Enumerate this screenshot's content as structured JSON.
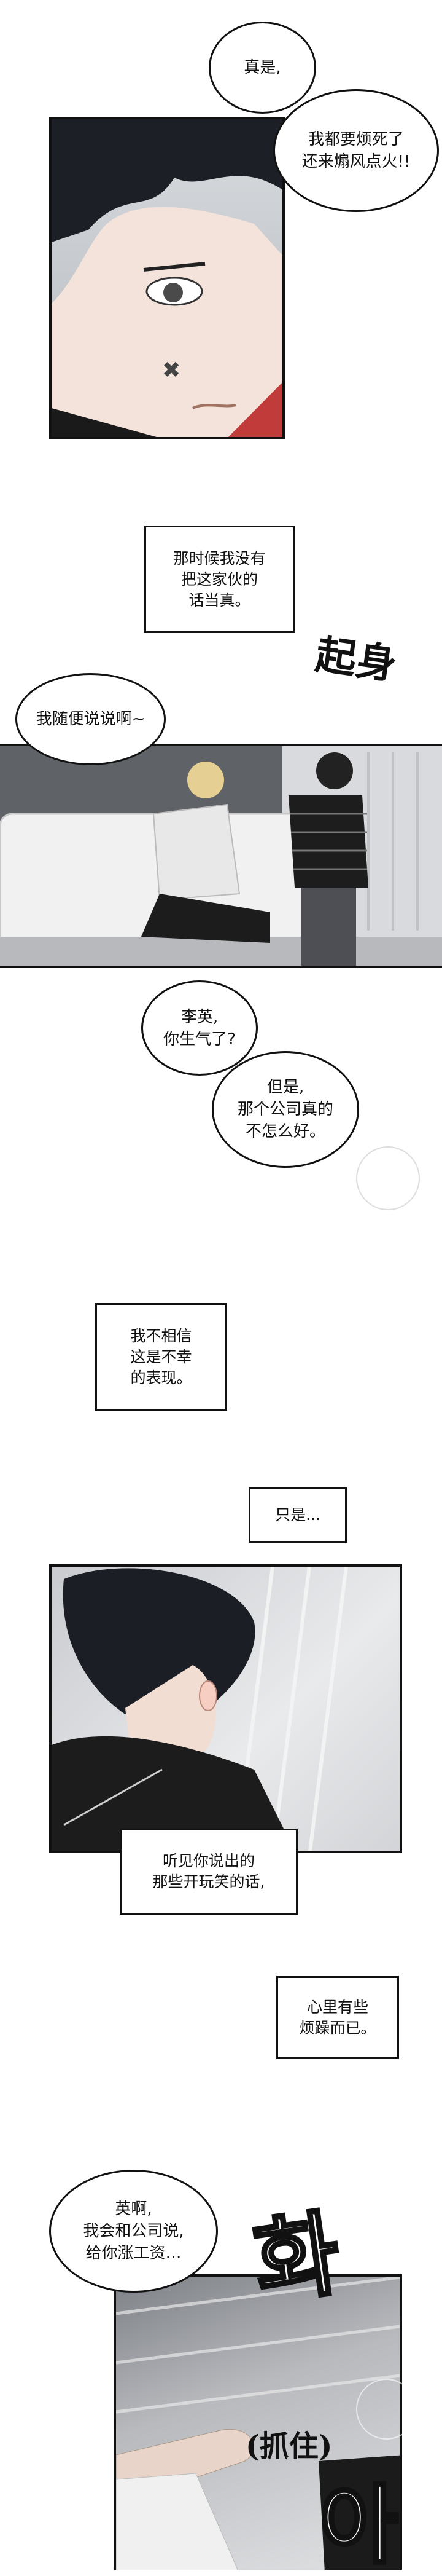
{
  "page": {
    "panels": [
      {
        "bubbles": [
          {
            "text": "真是,"
          },
          {
            "text": "我都要烦死了\n还来煽风点火!!"
          }
        ]
      },
      {
        "caption": "那时候我没有\n把这家伙的\n话当真。",
        "sfx": "起身"
      },
      {
        "bubbles": [
          {
            "text": "我随便说说啊~"
          }
        ]
      },
      {
        "bubbles": [
          {
            "text": "李英,\n你生气了?"
          },
          {
            "text": "但是,\n那个公司真的\n不怎么好。"
          }
        ]
      },
      {
        "captions": [
          "我不相信\n这是不幸\n的表现。",
          "只是..."
        ]
      },
      {
        "captions": [
          "听见你说出的\n那些开玩笑的话,",
          "心里有些\n烦躁而已。"
        ]
      },
      {
        "bubbles": [
          {
            "text": "英啊,\n我会和公司说,\n给你涨工资…"
          }
        ],
        "sfx_top": "화",
        "sfx_mid": "(抓住)",
        "sfx_bottom": "아"
      }
    ]
  }
}
